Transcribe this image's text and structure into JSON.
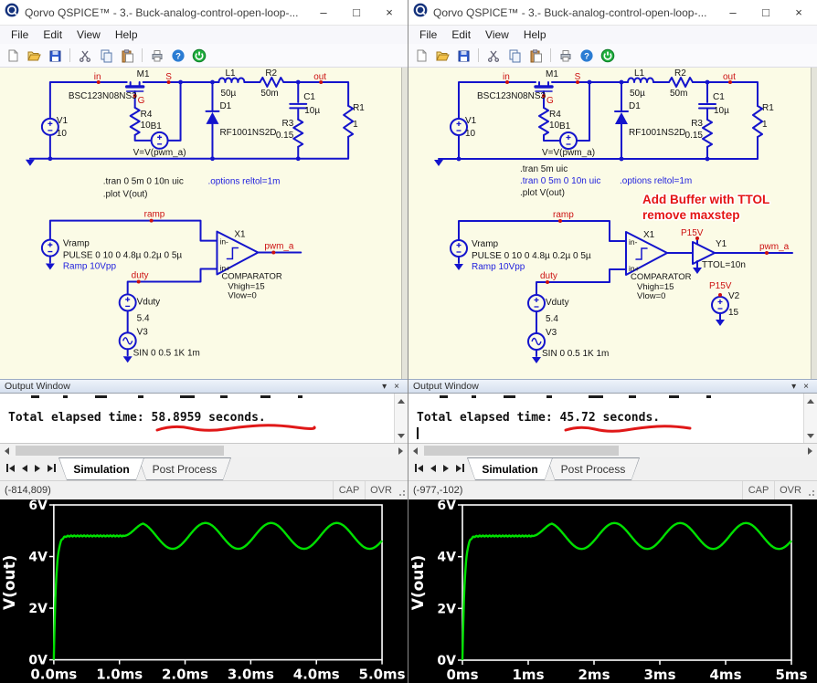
{
  "window": {
    "title": "Qorvo QSPICE™ - 3.- Buck-analog-control-open-loop-...",
    "menu": [
      "File",
      "Edit",
      "View",
      "Help"
    ],
    "minimize": "–",
    "maximize": "□",
    "close": "×"
  },
  "toolbar": {
    "icons": [
      "new-file",
      "open-file",
      "save",
      "cut",
      "copy",
      "paste",
      "print",
      "help",
      "run"
    ]
  },
  "schematic": {
    "nets": {
      "in": "in",
      "s": "S",
      "g": "G",
      "out": "out",
      "ramp": "ramp",
      "duty": "duty",
      "pwm": "pwm_a",
      "p15v": "P15V"
    },
    "m1": {
      "ref": "M1",
      "model": "BSC123N08NS3"
    },
    "v1": {
      "ref": "V1",
      "value": "10"
    },
    "r4": {
      "ref": "R4",
      "value": "10"
    },
    "b1": {
      "ref": "B1",
      "value": "V=V(pwm_a)"
    },
    "d1": {
      "ref": "D1",
      "model": "RF1001NS2D"
    },
    "l1": {
      "ref": "L1",
      "value": "50µ"
    },
    "r2": {
      "ref": "R2",
      "value": "50m"
    },
    "c1": {
      "ref": "C1",
      "value": "10µ"
    },
    "r3": {
      "ref": "R3",
      "value": "0.15"
    },
    "r1": {
      "ref": "R1",
      "value": "1"
    },
    "vramp": {
      "ref": "Vramp",
      "value": "PULSE 0 10 0 4.8µ 0.2µ 0 5µ",
      "comment": "Ramp 10Vpp"
    },
    "x1": {
      "ref": "X1",
      "model": "COMPARATOR",
      "vhigh": "Vhigh=15",
      "vlow": "Vlow=0",
      "inm": "in-",
      "inp": "in+"
    },
    "vduty": {
      "ref": "Vduty",
      "value": "5.4"
    },
    "v3": {
      "ref": "V3",
      "value": "SIN 0 0.5 1K 1m"
    },
    "y1": {
      "ref": "Y1",
      "value": "TTOL=10n"
    },
    "v2": {
      "ref": "V2",
      "value": "15"
    },
    "left_directives": {
      "tran": ".tran 0 5m 0 10n uic",
      "plot": ".plot V(out)",
      "options": ".options reltol=1m"
    },
    "right_directives": {
      "tran_active": ".tran 5m uic",
      "tran_comment": ".tran 0 5m 0 10n uic",
      "plot": ".plot V(out)",
      "options": ".options reltol=1m"
    },
    "annotation": {
      "line1": "Add Buffer with TTOL",
      "line2": "remove maxstep",
      "color": "#e41414"
    }
  },
  "output_window": {
    "title": "Output Window",
    "left_message": "Total elapsed time: 58.8959 seconds.",
    "right_message": "Total elapsed time: 45.72 seconds.",
    "underline_color": "#e01818"
  },
  "tabs": {
    "simulation": "Simulation",
    "post_process": "Post Process"
  },
  "status": {
    "left_coords": "(-814,809)",
    "right_coords": "(-977,-102)",
    "cap": "CAP",
    "ovr": "OVR"
  },
  "chart_data": [
    {
      "type": "line",
      "panel": "left",
      "ylabel": "V(out)",
      "x_ticks": [
        "0.0ms",
        "1.0ms",
        "2.0ms",
        "3.0ms",
        "4.0ms",
        "5.0ms"
      ],
      "y_ticks": [
        "0V",
        "2V",
        "4V",
        "6V"
      ],
      "xlim_ms": [
        0,
        5
      ],
      "ylim_V": [
        0,
        6
      ],
      "grid": false,
      "series": [
        {
          "name": "V(out)",
          "color": "#00e000",
          "points_ms_V": [
            [
              0,
              0
            ],
            [
              0.05,
              3.3
            ],
            [
              0.1,
              4.35
            ],
            [
              0.2,
              4.75
            ],
            [
              0.4,
              4.8
            ],
            [
              0.6,
              4.8
            ],
            [
              0.8,
              4.8
            ],
            [
              1.0,
              4.8
            ],
            [
              1.31,
              5.3
            ],
            [
              1.56,
              4.8
            ],
            [
              1.81,
              4.3
            ],
            [
              2.06,
              4.8
            ],
            [
              2.31,
              5.3
            ],
            [
              2.56,
              4.8
            ],
            [
              2.81,
              4.3
            ],
            [
              3.06,
              4.8
            ],
            [
              3.31,
              5.3
            ],
            [
              3.56,
              4.8
            ],
            [
              3.81,
              4.3
            ],
            [
              4.06,
              4.8
            ],
            [
              4.31,
              5.3
            ],
            [
              4.56,
              4.8
            ],
            [
              4.81,
              4.3
            ],
            [
              5.0,
              4.62
            ]
          ]
        }
      ],
      "model": {
        "flat_level": 4.8,
        "rise_tau_ms": 0.035,
        "sine_start_ms": 1.06,
        "sine_amp_V": 0.5,
        "sine_period_ms": 1.0
      }
    },
    {
      "type": "line",
      "panel": "right",
      "ylabel": "V(out)",
      "x_ticks": [
        "0ms",
        "1ms",
        "2ms",
        "3ms",
        "4ms",
        "5ms"
      ],
      "y_ticks": [
        "0V",
        "2V",
        "4V",
        "6V"
      ],
      "xlim_ms": [
        0,
        5
      ],
      "ylim_V": [
        0,
        6
      ],
      "grid": false,
      "series": [
        {
          "name": "V(out)",
          "color": "#00e000",
          "points_ms_V": [
            [
              0,
              0
            ],
            [
              0.05,
              3.3
            ],
            [
              0.1,
              4.35
            ],
            [
              0.2,
              4.75
            ],
            [
              0.4,
              4.8
            ],
            [
              0.6,
              4.8
            ],
            [
              0.8,
              4.8
            ],
            [
              1.0,
              4.8
            ],
            [
              1.31,
              5.3
            ],
            [
              1.56,
              4.8
            ],
            [
              1.81,
              4.3
            ],
            [
              2.06,
              4.8
            ],
            [
              2.31,
              5.3
            ],
            [
              2.56,
              4.8
            ],
            [
              2.81,
              4.3
            ],
            [
              3.06,
              4.8
            ],
            [
              3.31,
              5.3
            ],
            [
              3.56,
              4.8
            ],
            [
              3.81,
              4.3
            ],
            [
              4.06,
              4.8
            ],
            [
              4.31,
              5.3
            ],
            [
              4.56,
              4.8
            ],
            [
              4.81,
              4.3
            ],
            [
              5.0,
              4.62
            ]
          ]
        }
      ],
      "model": {
        "flat_level": 4.8,
        "rise_tau_ms": 0.035,
        "sine_start_ms": 1.06,
        "sine_amp_V": 0.5,
        "sine_period_ms": 1.0
      }
    }
  ]
}
